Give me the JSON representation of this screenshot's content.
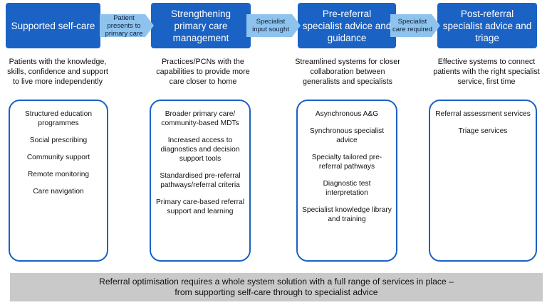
{
  "stages": [
    {
      "title": "Supported self-care",
      "description": "Patients with the knowledge, skills, confidence and support to live more independently",
      "items": [
        "Structured education programmes",
        "Social prescribing",
        "Community support",
        "Remote monitoring",
        "Care navigation"
      ]
    },
    {
      "title": "Strengthening primary care management",
      "description": "Practices/PCNs with the capabilities to provide more care closer to home",
      "items": [
        "Broader primary care/ community-based MDTs",
        "Increased access to diagnostics and decision support tools",
        "Standardised pre-referral pathways/referral criteria",
        "Primary care-based referral support and learning"
      ]
    },
    {
      "title": "Pre-referral specialist advice and guidance",
      "description": "Streamlined systems for closer collaboration between generalists and specialists",
      "items": [
        "Asynchronous A&G",
        "Synchronous specialist advice",
        "Specialty tailored pre-referral pathways",
        "Diagnostic test interpretation",
        "Specialist knowledge library and training"
      ]
    },
    {
      "title": "Post-referral specialist advice and triage",
      "description": "Effective systems to connect patients with the right specialist service, first time",
      "items": [
        "Referral assessment services",
        "Triage services"
      ]
    }
  ],
  "connectors": [
    "Patient presents to primary care",
    "Specialist input sought",
    "Specialist care required"
  ],
  "banner": {
    "line1": "Referral optimisation requires a whole system solution with a full range of services in place –",
    "line2": "from supporting self-care through to specialist advice"
  },
  "colors": {
    "stage_fill": "#1a62c4",
    "connector_fill": "#8ec3ee",
    "panel_border": "#1a62c4",
    "banner_fill": "#c9c9c9"
  }
}
